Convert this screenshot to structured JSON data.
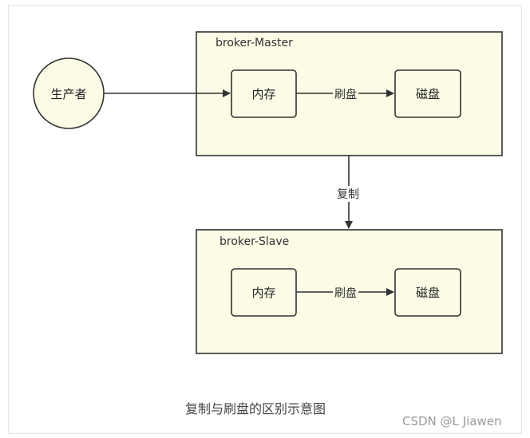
{
  "diagram": {
    "producer": "生产者",
    "master": {
      "title": "broker-Master",
      "memory": "内存",
      "flush": "刷盘",
      "disk": "磁盘"
    },
    "replicate": "复制",
    "slave": {
      "title": "broker-Slave",
      "memory": "内存",
      "flush": "刷盘",
      "disk": "磁盘"
    },
    "caption": "复制与刷盘的区别示意图"
  },
  "watermark": "CSDN @L Jiawen",
  "colors": {
    "fill": "#fbfbe6",
    "stroke": "#333333"
  }
}
